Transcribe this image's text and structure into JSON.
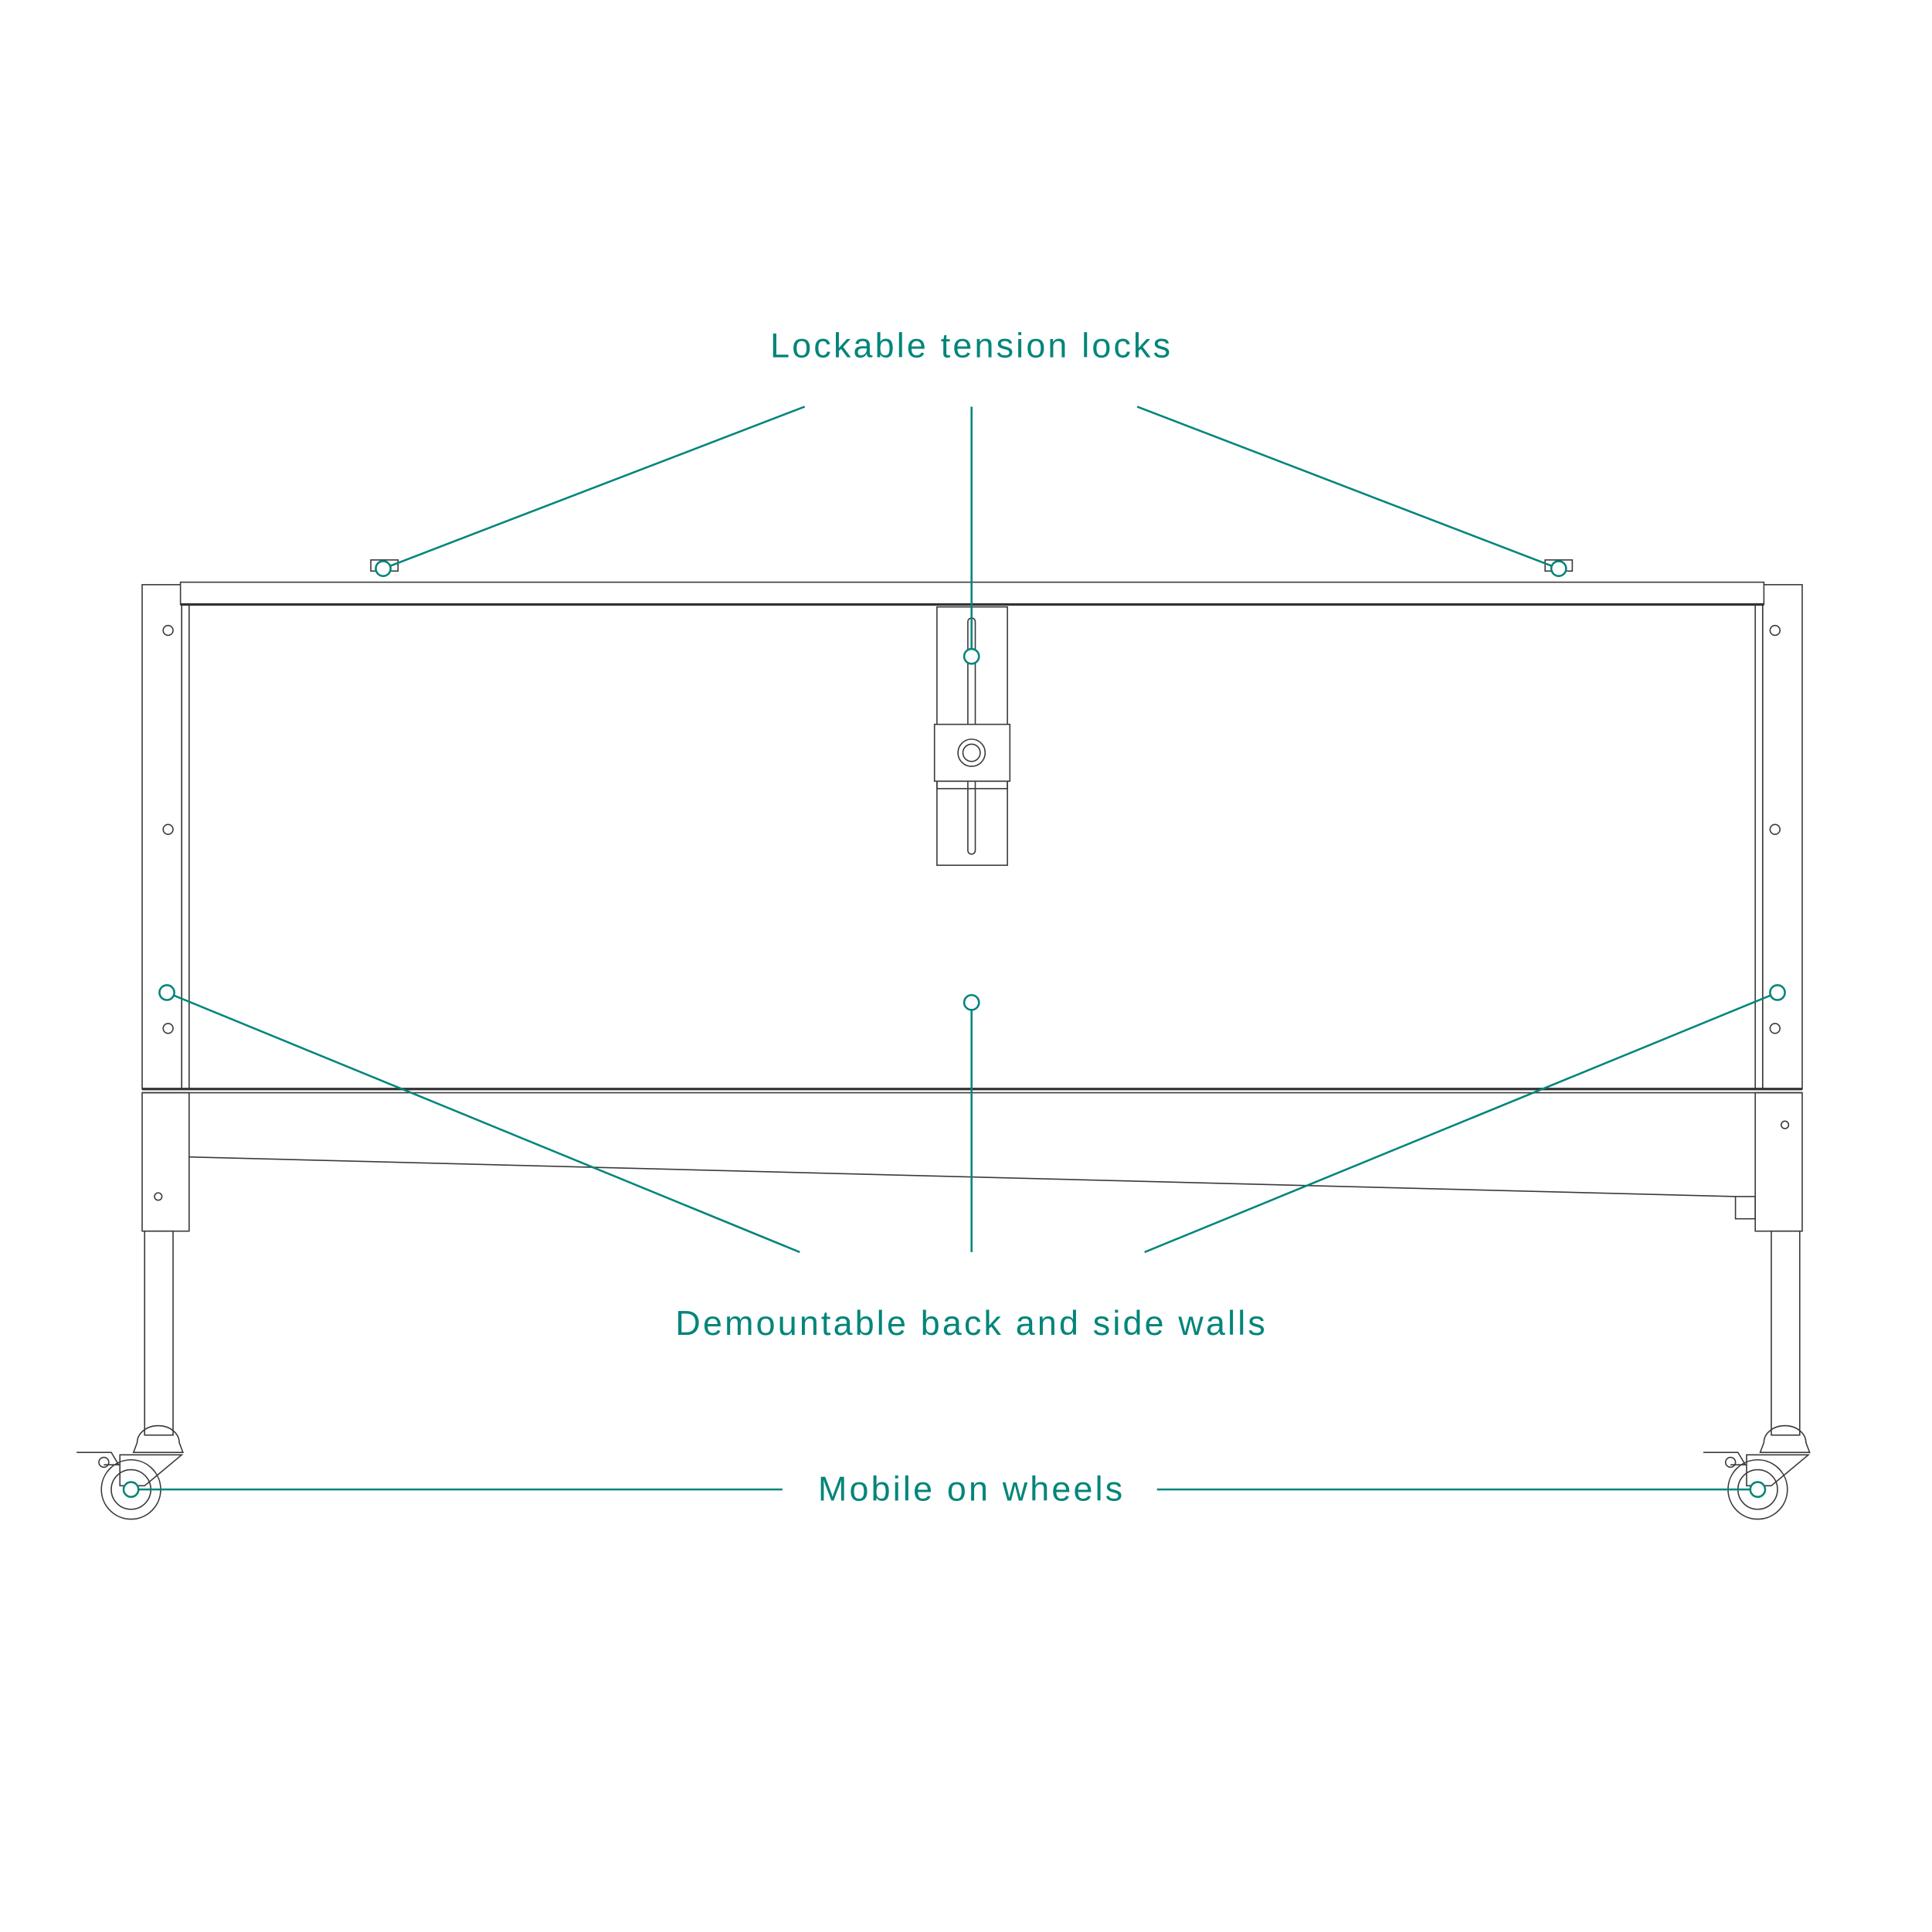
{
  "colors": {
    "accent": "#00857a",
    "line": "#3a3a3a"
  },
  "labels": {
    "tension_locks": "Lockable tension locks",
    "walls": "Demountable back and side walls",
    "wheels": "Mobile on wheels"
  }
}
